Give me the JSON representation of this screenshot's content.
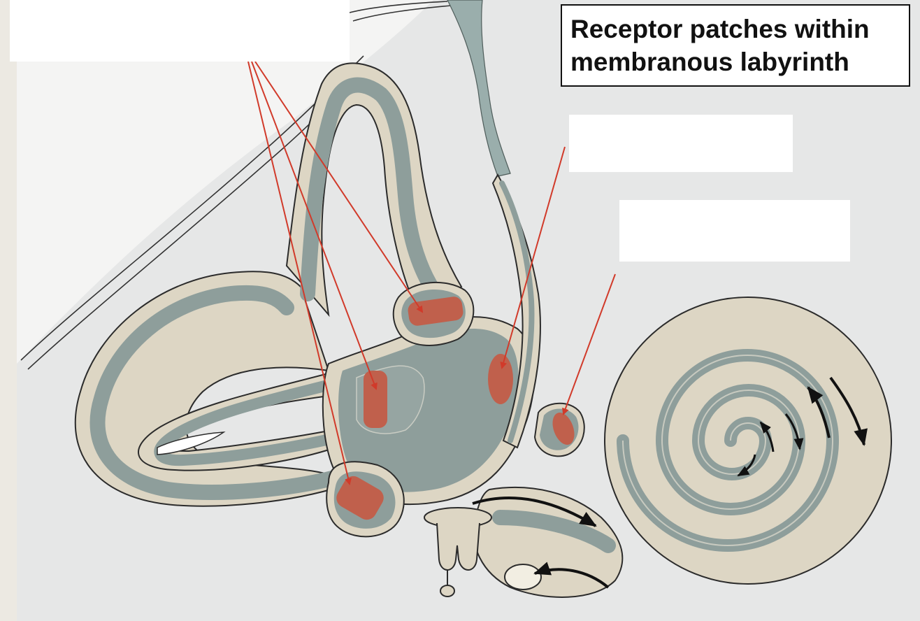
{
  "title": "Receptor patches within\nmembranous labyrinth",
  "label_blanks": [
    {
      "id": "semicircular-ampullae-label",
      "text": ""
    },
    {
      "id": "utricle-macula-label",
      "text": ""
    },
    {
      "id": "saccule-macula-label",
      "text": ""
    }
  ],
  "colors": {
    "background": "#ece9e2",
    "bone": "#ddd6c4",
    "bone_outline": "#2b2b2b",
    "fluid": "#8e9e9b",
    "receptor_patch": "#c0604c",
    "pointer_line": "#d13a2a",
    "flow_arrow": "#111111"
  },
  "icons": [
    "red-pointer-arrow",
    "black-flow-arrow"
  ]
}
